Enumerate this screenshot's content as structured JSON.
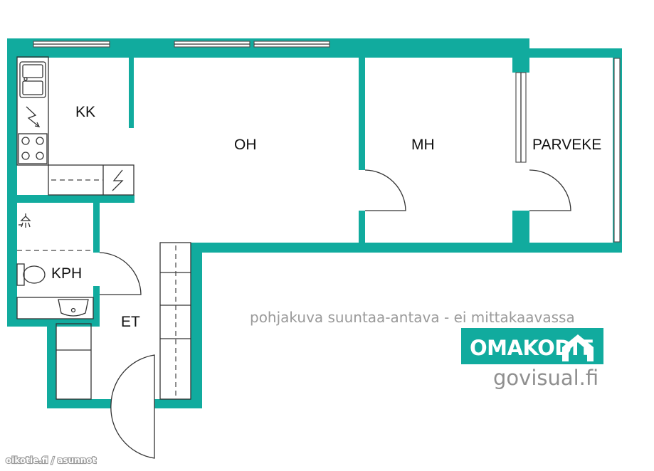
{
  "colors": {
    "wall": "#11ab9e",
    "logo_bg": "#11ab9e",
    "text": "#111111",
    "note": "#9a9a9a"
  },
  "rooms": {
    "kk": "KK",
    "oh": "OH",
    "mh": "MH",
    "parveke": "PARVEKE",
    "kph": "KPH",
    "et": "ET"
  },
  "note": "pohjakuva suuntaa-antava - ei mittakaavassa",
  "logo": {
    "text": "OMAKODIT",
    "icon": "house-icon"
  },
  "website": "govisual.fi",
  "credit": "oikotie.fi / asunnot",
  "icons": [
    "sink-icon",
    "stove-icon",
    "electric-icon",
    "shower-icon",
    "toilet-icon",
    "washbasin-icon"
  ]
}
